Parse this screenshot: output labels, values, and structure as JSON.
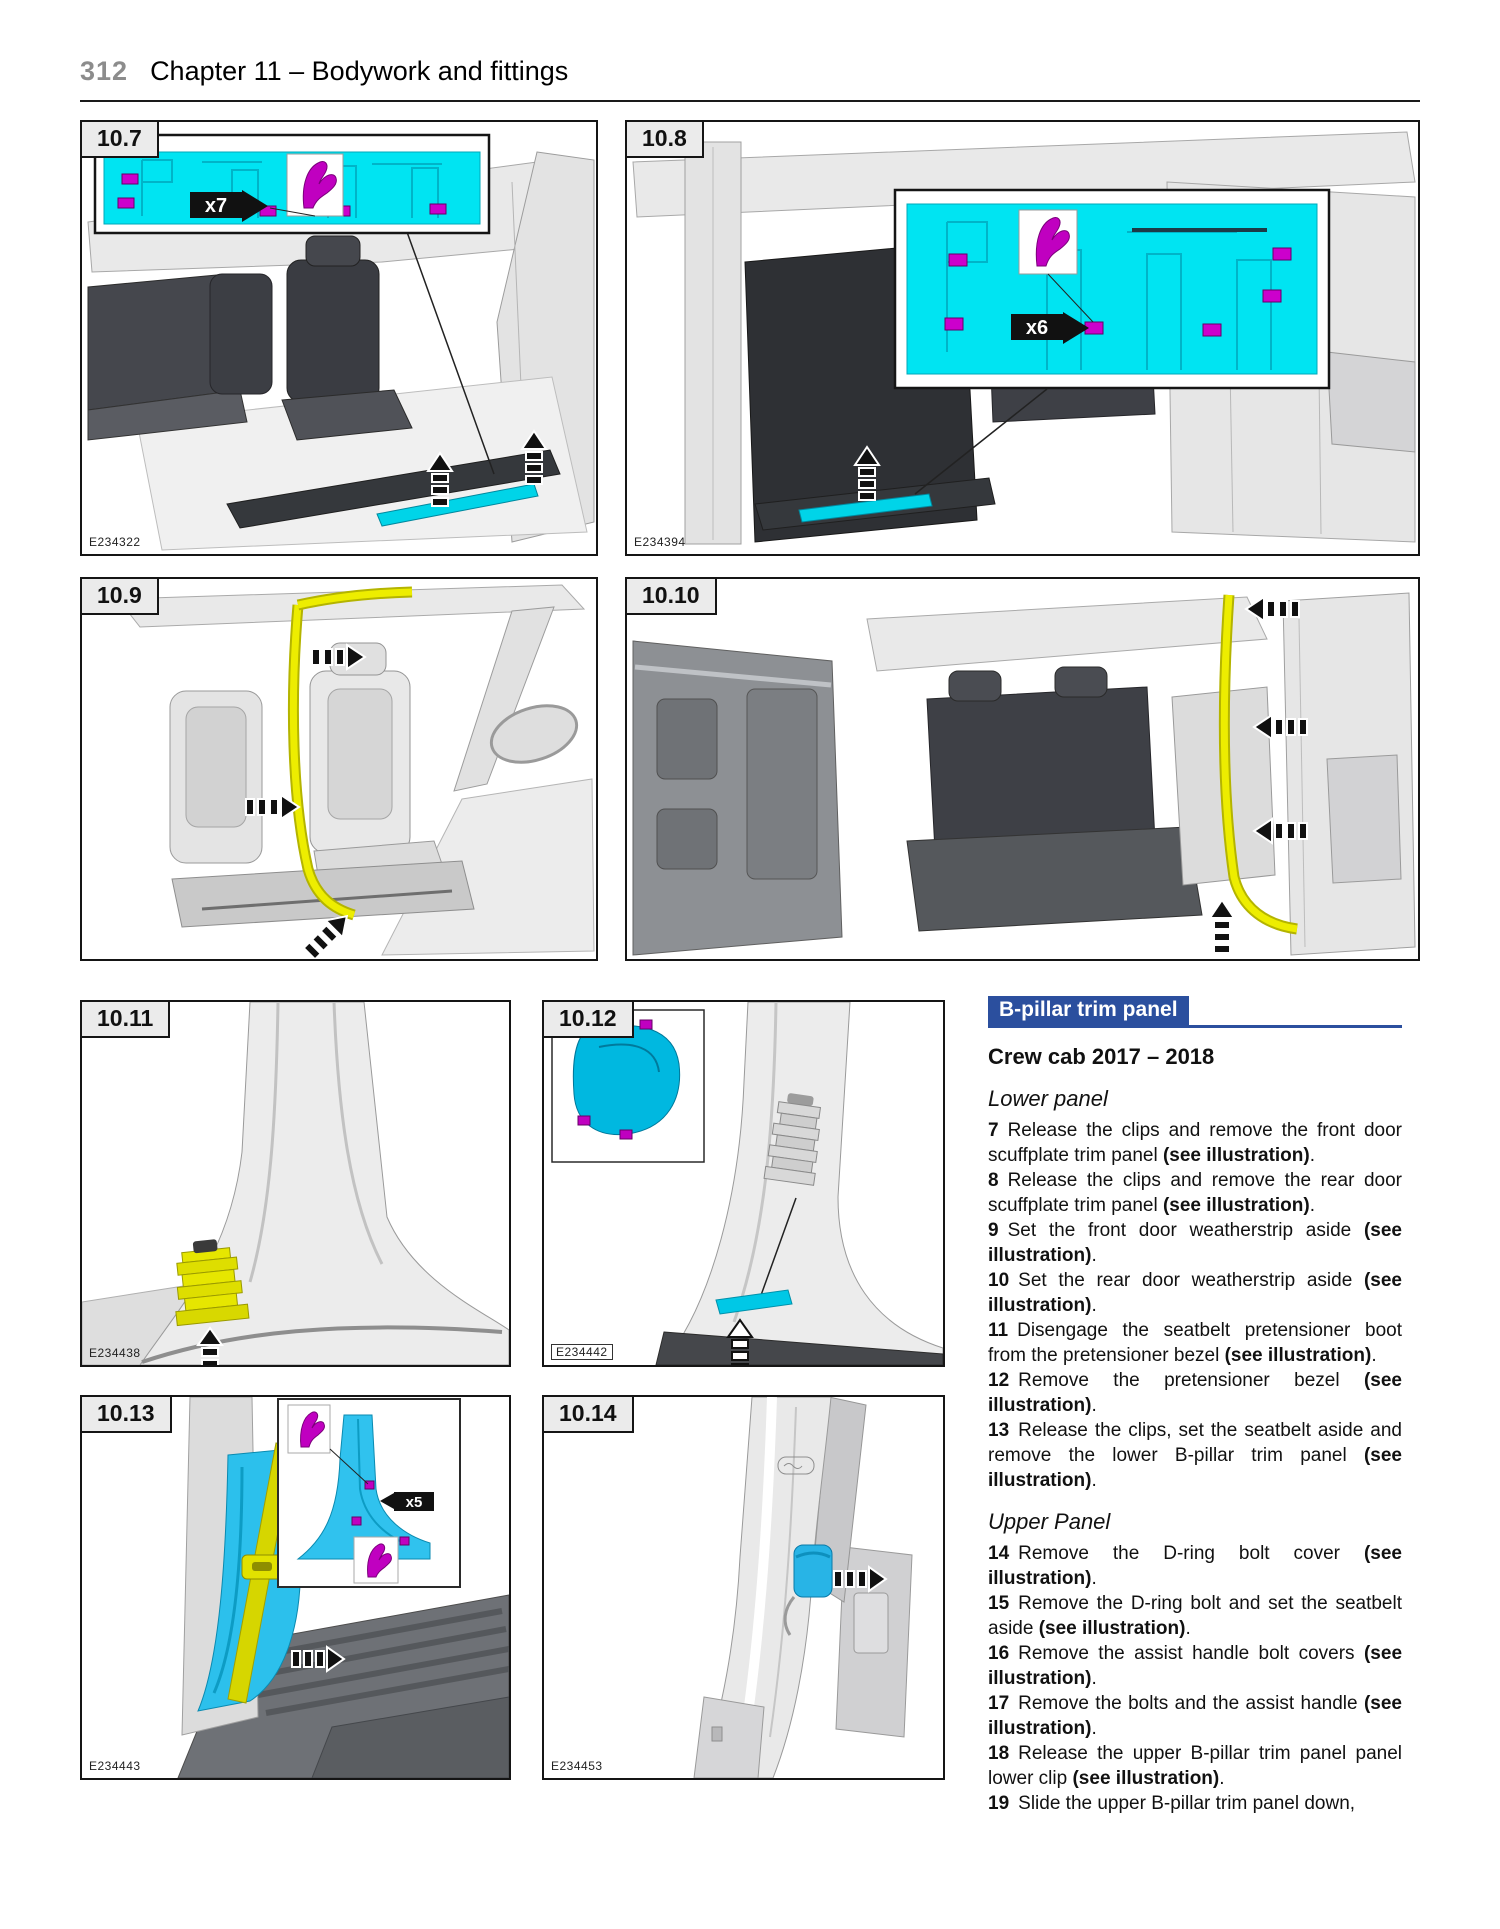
{
  "header": {
    "page_number": "312",
    "chapter_title": "Chapter 11 – Bodywork and fittings"
  },
  "figures": [
    {
      "label": "10.7",
      "code": "E234322",
      "callout": "x7"
    },
    {
      "label": "10.8",
      "code": "E234394",
      "callout": "x6"
    },
    {
      "label": "10.9",
      "code": ""
    },
    {
      "label": "10.10",
      "code": ""
    },
    {
      "label": "10.11",
      "code": "E234438"
    },
    {
      "label": "10.12",
      "code": "E234442"
    },
    {
      "label": "10.13",
      "code": "E234443",
      "callout": "x5"
    },
    {
      "label": "10.14",
      "code": "E234453"
    }
  ],
  "section": {
    "title": "B-pillar trim panel",
    "subtitle": "Crew cab 2017 – 2018",
    "subsections": [
      {
        "heading": "Lower panel",
        "steps": [
          {
            "num": "7",
            "text": "Release the clips and remove the front door scuffplate trim panel",
            "bold": "(see illustration)",
            "tail": "."
          },
          {
            "num": "8",
            "text": "Release the clips and remove the rear door scuffplate trim panel",
            "bold": "(see illustration)",
            "tail": "."
          },
          {
            "num": "9",
            "text": "Set the front door weatherstrip aside",
            "bold": "(see illustration)",
            "tail": "."
          },
          {
            "num": "10",
            "text": "Set the rear door weatherstrip aside",
            "bold": "(see illustration)",
            "tail": "."
          },
          {
            "num": "11",
            "text": "Disengage the seatbelt pretensioner boot from the pretensioner bezel",
            "bold": "(see illustration)",
            "tail": "."
          },
          {
            "num": "12",
            "text": "Remove the pretensioner bezel",
            "bold": "(see illustration)",
            "tail": "."
          },
          {
            "num": "13",
            "text": "Release the clips, set the seatbelt aside and remove the lower B-pillar trim panel",
            "bold": "(see illustration)",
            "tail": "."
          }
        ]
      },
      {
        "heading": "Upper Panel",
        "steps": [
          {
            "num": "14",
            "text": "Remove the D-ring bolt cover",
            "bold": "(see illustration)",
            "tail": "."
          },
          {
            "num": "15",
            "text": "Remove the D-ring bolt and set the seatbelt aside",
            "bold": "(see illustration)",
            "tail": "."
          },
          {
            "num": "16",
            "text": "Remove the assist handle bolt covers",
            "bold": "(see illustration)",
            "tail": "."
          },
          {
            "num": "17",
            "text": "Remove the bolts and the assist handle",
            "bold": "(see illustration)",
            "tail": "."
          },
          {
            "num": "18",
            "text": "Release the upper B-pillar trim panel panel lower clip",
            "bold": "(see illustration)",
            "tail": "."
          },
          {
            "num": "19",
            "text": "Slide the upper B-pillar trim panel down,",
            "bold": "",
            "tail": ""
          }
        ]
      }
    ]
  },
  "colors": {
    "accent_blue": "#2b4f9e",
    "highlight_cyan": "#00dff0",
    "highlight_magenta": "#c000c0",
    "highlight_yellow": "#e2e200",
    "page_number_gray": "#8c8c8c"
  }
}
